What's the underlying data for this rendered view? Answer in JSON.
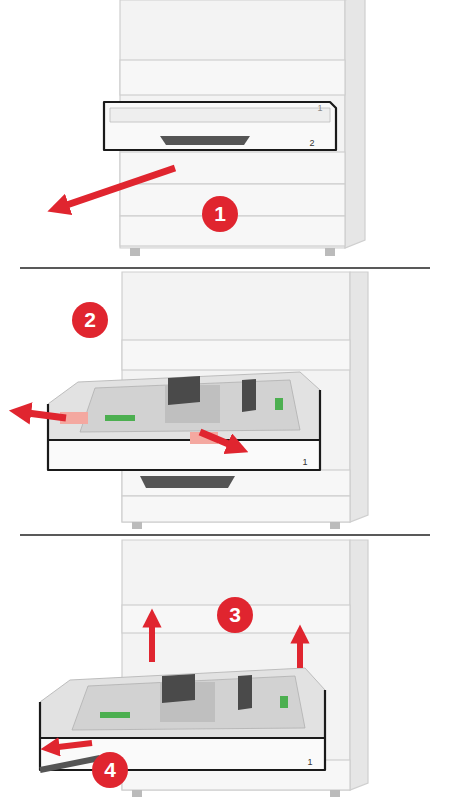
{
  "diagram": {
    "labels": [
      "1",
      "1",
      "2",
      "2",
      "1",
      "3",
      "1",
      "4"
    ]
  }
}
